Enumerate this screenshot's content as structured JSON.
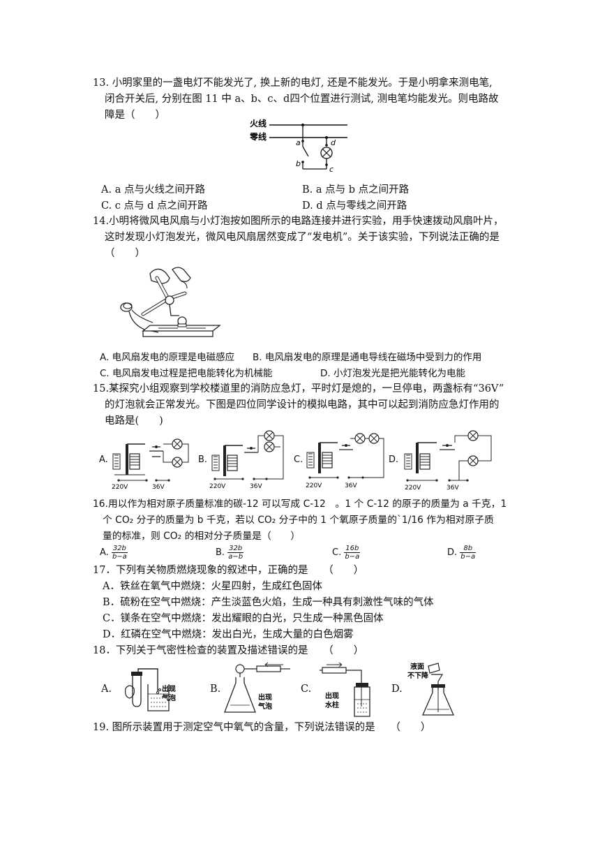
{
  "q13": {
    "line1": "13. 小明家里的一盏电灯不能发光了, 换上新的电灯, 还是不能发光。于是小明拿来测电笔,",
    "line2": "闭合开关后, 分别在图 11 中 a、b、c、d四个位置进行测试, 测电笔均能发光。则电路故",
    "line3": "障是（　　）",
    "fig": {
      "live": "火线",
      "neutral": "零线",
      "a": "a",
      "b": "b",
      "c": "c",
      "d": "d"
    },
    "options": [
      "A. a 点与火线之间开路",
      "B. a 点与 b 点之间开路",
      "C. c 点与 d 点之间开路",
      "D. d 点与零线之间开路"
    ]
  },
  "q14": {
    "line1": "14.小明将微风电风扇与小灯泡按如图所示的电路连接并进行实验，用手快速拨动风扇叶片，",
    "line2": "这时发现小灯泡发光，微风电风扇居然变成了“发电机”。关于该实验，下列说法正确的是",
    "line3": "（　　）",
    "options": [
      "A. 电风扇发电的原理是电磁感应",
      "B. 电风扇发电的原理是通电导线在磁场中受到力的作用",
      "C. 电风扇发电过程是把电能转化为机械能",
      "D. 小灯泡发光是把光能转化为电能"
    ]
  },
  "q15": {
    "line1": "15.某探究小组观察到学校楼道里的消防应急灯，平时灯是熄的，一旦停电，两盏标有“36V”",
    "line2": "的灯泡就会正常发光。下图是四位同学设计的模拟电路，其中可以起到消防应急灯作用的",
    "line3": "电路是(　　)",
    "labels": [
      "A.",
      "B.",
      "C.",
      "D."
    ],
    "v220": "220V",
    "v36": "36V"
  },
  "q16": {
    "line1": "16.用以作为相对原子质量标准的碳-12 可以写成 C-12　。1 个 C-12 的原子的质量为 a 千克，1",
    "line2": "个 CO₂ 分子的质量为 b 千克，若以 CO₂ 分子中的 1 个氧原子质量的`1/16 作为相对原子质",
    "line3": "量的标准，则 CO₂ 的相对分子质量是（　　）",
    "options": [
      {
        "label": "A.",
        "num": "32b",
        "den": "b−a"
      },
      {
        "label": "B.",
        "num": "32b",
        "den": "a−b"
      },
      {
        "label": "C.",
        "num": "16b",
        "den": "b−a"
      },
      {
        "label": "D.",
        "num": "8b",
        "den": "b−a"
      }
    ]
  },
  "q17": {
    "line1": "17．下列有关物质燃烧现象的叙述中，正确的是　　（　　）",
    "options": [
      "A．铁丝在氧气中燃烧：火星四射，生成红色固体",
      "B．硫粉在空气中燃烧：产生淡蓝色火焰，生成一种具有刺激性气味的气体",
      "C．镁条在空气中燃烧：发出耀眼的白光，只生成一种黑色固体",
      "D．红磷在空气中燃烧：发出白光，生成大量的白色烟雾"
    ]
  },
  "q18": {
    "line1": "18．下列关于气密性检查的装置及描述错误的是　　（　　）",
    "labels": [
      "A.",
      "B.",
      "C.",
      "D."
    ],
    "annotations": {
      "a": [
        "出现",
        "气泡"
      ],
      "b": [
        "出现",
        "气泡"
      ],
      "c": [
        "出现",
        "水柱"
      ],
      "d": [
        "液面",
        "不下降"
      ]
    }
  },
  "q19": {
    "line1": "19. 图所示装置用于测定空气中氧气的含量，下列说法错误的是　　（　　）"
  }
}
